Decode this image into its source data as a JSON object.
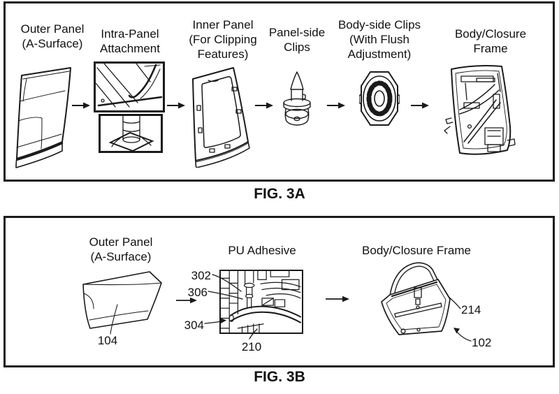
{
  "fig3a": {
    "caption": "FIG. 3A",
    "stages": {
      "outer_panel": {
        "label": "Outer Panel\n(A-Surface)"
      },
      "intra_panel": {
        "label": "Intra-Panel\nAttachment"
      },
      "inner_panel": {
        "label": "Inner Panel\n(For Clipping\nFeatures)"
      },
      "panel_clips": {
        "label": "Panel-side\nClips"
      },
      "body_clips": {
        "label": "Body-side Clips\n(With Flush\nAdjustment)"
      },
      "frame": {
        "label": "Body/Closure\nFrame"
      }
    }
  },
  "fig3b": {
    "caption": "FIG. 3B",
    "stages": {
      "outer_panel": {
        "label": "Outer Panel\n(A-Surface)",
        "ref": "104"
      },
      "pu_adhesive": {
        "label": "PU Adhesive",
        "refs": {
          "r302": "302",
          "r306": "306",
          "r304": "304",
          "r210": "210"
        }
      },
      "frame": {
        "label": "Body/Closure Frame",
        "refs": {
          "r214": "214",
          "r102": "102"
        }
      }
    }
  },
  "colors": {
    "ink": "#1a1a1a",
    "background": "#ffffff"
  }
}
